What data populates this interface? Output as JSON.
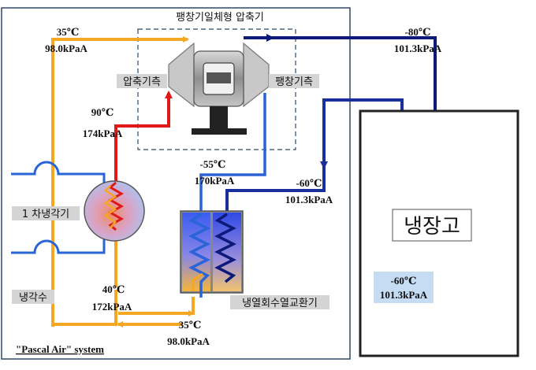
{
  "system_label": "\"Pascal Air\" system",
  "compressor_group_label": "팽창기일체형 압축기",
  "compressor_side_label": "압축기측",
  "expander_side_label": "팽창기측",
  "primary_cooler_label": "1 차냉각기",
  "coolant_label": "냉각수",
  "recuperator_label": "냉열회수열교환기",
  "freezer_label": "냉장고",
  "points": {
    "p_in_top_left": {
      "temp": "35℃",
      "pressure": "98.0kPaA"
    },
    "p_comp_out": {
      "temp": "90℃",
      "pressure": "174kPaA"
    },
    "p_exp_in": {
      "temp": "-55℃",
      "pressure": "170kPaA"
    },
    "p_exp_out": {
      "temp": "-80℃",
      "pressure": "101.3kPaA"
    },
    "p_return": {
      "temp": "-60℃",
      "pressure": "101.3kPaA"
    },
    "p_cooler_out": {
      "temp": "40℃",
      "pressure": "172kPaA"
    },
    "p_bottom": {
      "temp": "35℃",
      "pressure": "98.0kPaA"
    },
    "p_freezer": {
      "temp": "-60℃",
      "pressure": "101.3kPaA"
    }
  },
  "colors": {
    "system_border": "#2b4a6a",
    "warm_line": "#f5a623",
    "hot_line": "#e01818",
    "cold_line": "#1a2f9c",
    "very_cold_line": "#0d1a7a",
    "coolant_line": "#2a64d6",
    "freezer_border": "#222222",
    "freezer_readout_bg": "#c6dcf2"
  }
}
